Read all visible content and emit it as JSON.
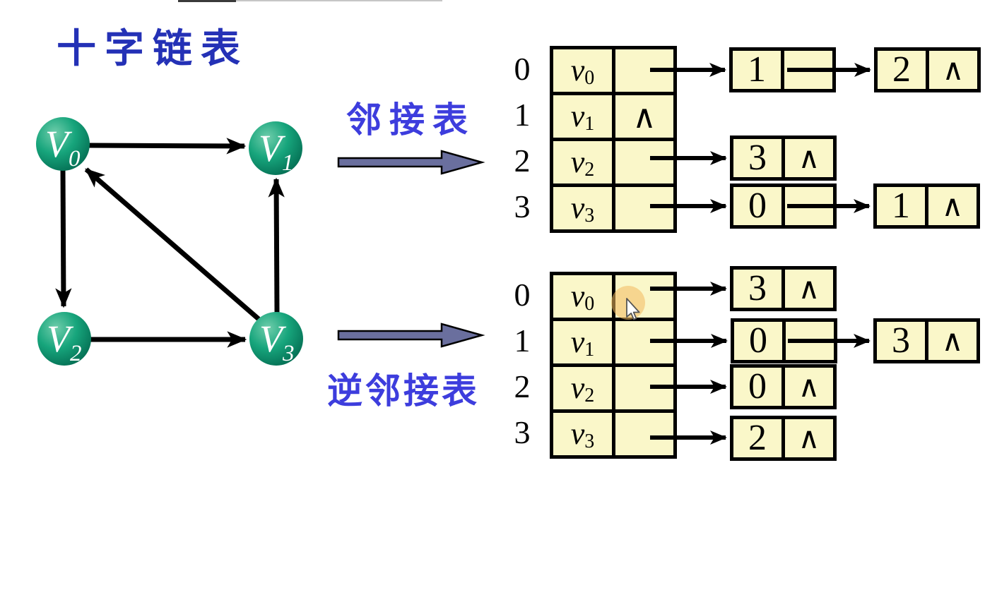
{
  "title": "十字链表",
  "symbols": {
    "null": "∧"
  },
  "colors": {
    "title_blue": "#2431b6",
    "label_blue": "#3d3ddd",
    "cell_yellow": "#faf7c9",
    "big_arrow_slate": "#6a6f9e",
    "vertex_green_light": "#6fcdab",
    "vertex_green_dark": "#00624a",
    "line_black": "#000000",
    "cursor_highlight": "#f2b95e"
  },
  "graph": {
    "vertices": [
      {
        "base": "V",
        "sub": "0"
      },
      {
        "base": "V",
        "sub": "1"
      },
      {
        "base": "V",
        "sub": "2"
      },
      {
        "base": "V",
        "sub": "3"
      }
    ],
    "edges": [
      "V0→V1",
      "V0→V2",
      "V2→V3",
      "V3→V1",
      "V3→V0"
    ]
  },
  "adjacency": {
    "label": "邻接表",
    "rows": [
      {
        "index": "0",
        "vertex_base": "v",
        "vertex_sub": "0",
        "head_null": false,
        "chain": [
          {
            "data": "1",
            "is_last": false
          },
          {
            "data": "2",
            "is_last": true
          }
        ]
      },
      {
        "index": "1",
        "vertex_base": "v",
        "vertex_sub": "1",
        "head_null": true,
        "chain": []
      },
      {
        "index": "2",
        "vertex_base": "v",
        "vertex_sub": "2",
        "head_null": false,
        "chain": [
          {
            "data": "3",
            "is_last": true
          }
        ]
      },
      {
        "index": "3",
        "vertex_base": "v",
        "vertex_sub": "3",
        "head_null": false,
        "chain": [
          {
            "data": "0",
            "is_last": false
          },
          {
            "data": "1",
            "is_last": true
          }
        ]
      }
    ]
  },
  "inverse_adjacency": {
    "label": "逆邻接表",
    "rows": [
      {
        "index": "0",
        "vertex_base": "v",
        "vertex_sub": "0",
        "head_null": false,
        "chain": [
          {
            "data": "3",
            "is_last": true
          }
        ]
      },
      {
        "index": "1",
        "vertex_base": "v",
        "vertex_sub": "1",
        "head_null": false,
        "chain": [
          {
            "data": "0",
            "is_last": false
          },
          {
            "data": "3",
            "is_last": true
          }
        ]
      },
      {
        "index": "2",
        "vertex_base": "v",
        "vertex_sub": "2",
        "head_null": false,
        "chain": [
          {
            "data": "0",
            "is_last": true
          }
        ]
      },
      {
        "index": "3",
        "vertex_base": "v",
        "vertex_sub": "3",
        "head_null": false,
        "chain": [
          {
            "data": "2",
            "is_last": true
          }
        ]
      }
    ]
  }
}
